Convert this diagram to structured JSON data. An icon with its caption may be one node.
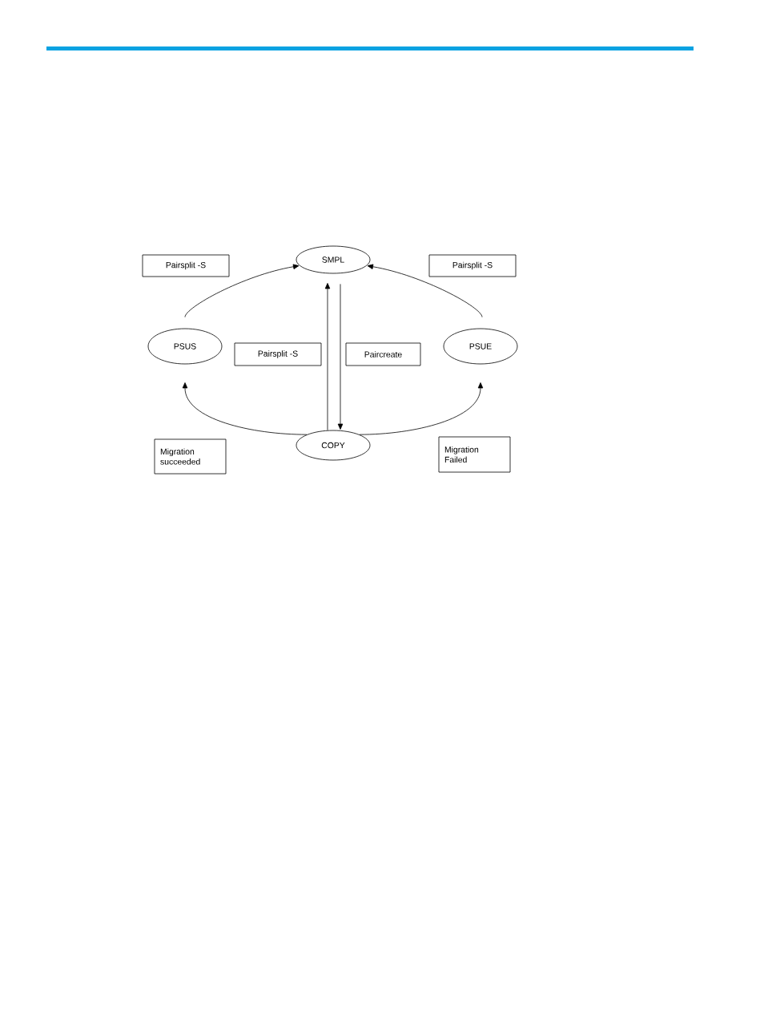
{
  "diagram": {
    "nodes": [
      {
        "text": [
          "Pairsplit -S"
        ]
      },
      {
        "text": [
          "SMPL"
        ]
      },
      {
        "text": [
          "Pairsplit -S"
        ]
      },
      {
        "text": [
          "PSUS"
        ]
      },
      {
        "text": [
          "Pairsplit -S"
        ]
      },
      {
        "text": [
          "Paircreate"
        ]
      },
      {
        "text": [
          "PSUE"
        ]
      },
      {
        "text": [
          "Migration succeeded"
        ]
      },
      {
        "text": [
          "COPY"
        ]
      },
      {
        "text": [
          "Migration Failed"
        ]
      }
    ],
    "edges": [
      {
        "from": 3,
        "to": 1,
        "arrow": "to"
      },
      {
        "from": 6,
        "to": 1,
        "arrow": "to"
      },
      {
        "from": 8,
        "to": 1,
        "arrow": "to"
      },
      {
        "from": 1,
        "to": 8,
        "arrow": "to"
      },
      {
        "from": 8,
        "to": 3,
        "arrow": "to"
      },
      {
        "from": 8,
        "to": 6,
        "arrow": "to"
      }
    ]
  }
}
